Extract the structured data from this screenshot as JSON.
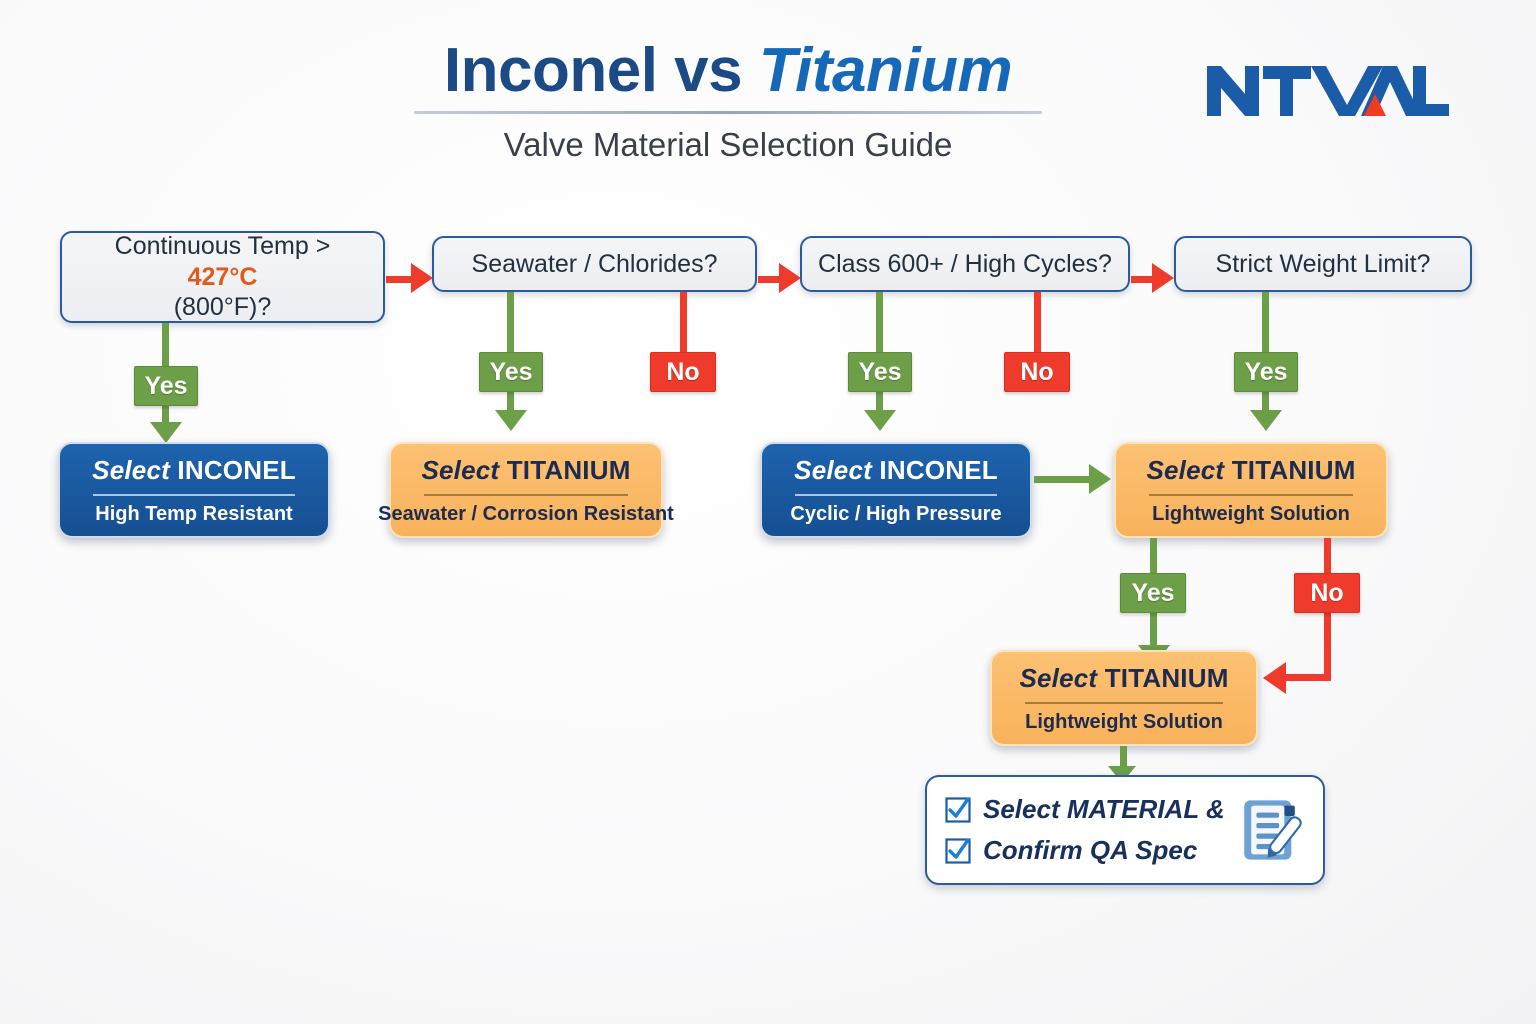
{
  "header": {
    "title_part1": "Inconel",
    "title_vs": "vs",
    "title_part2": "Titanium",
    "subtitle": "Valve Material Selection Guide",
    "logo_text": "NTVAL",
    "brand_blue": "#1b4a85",
    "brand_red": "#f03a22"
  },
  "decisions": [
    {
      "id": "temp",
      "line1": "Continuous Temp > ",
      "hot": "427°C",
      "line2": "(800°F)?"
    },
    {
      "id": "seawater",
      "line1": "Seawater / Chlorides?",
      "hot": "",
      "line2": ""
    },
    {
      "id": "class",
      "line1": "Class 600+ / High Cycles?",
      "hot": "",
      "line2": ""
    },
    {
      "id": "weight",
      "line1": "Strict Weight Limit?",
      "hot": "",
      "line2": ""
    }
  ],
  "results": [
    {
      "id": "inconel-temp",
      "prefix": "Select",
      "material": "INCONEL",
      "sub": "High Temp Resistant",
      "color": "blue"
    },
    {
      "id": "titanium-sea",
      "prefix": "Select",
      "material": "TITANIUM",
      "sub": "Seawater / Corrosion Resistant",
      "color": "orange"
    },
    {
      "id": "inconel-cyclic",
      "prefix": "Select",
      "material": "INCONEL",
      "sub": "Cyclic / High Pressure",
      "color": "blue"
    },
    {
      "id": "titanium-light",
      "prefix": "Select",
      "material": "TITANIUM",
      "sub": "Lightweight Solution",
      "color": "orange"
    },
    {
      "id": "titanium-final",
      "prefix": "Select",
      "material": "TITANIUM",
      "sub": "Lightweight Solution",
      "color": "orange"
    }
  ],
  "final": {
    "line1": "Select MATERIAL &",
    "line2": "Confirm QA Spec",
    "icon": "clipboard-pencil-icon"
  },
  "labels": {
    "yes": "Yes",
    "no": "No"
  },
  "edges": [
    {
      "from": "temp",
      "to": "inconel-temp",
      "label": "Yes",
      "color": "#6d9e48"
    },
    {
      "from": "temp",
      "to": "seawater",
      "label": "",
      "color": "#ef3b2c"
    },
    {
      "from": "seawater",
      "to": "titanium-sea",
      "label": "Yes",
      "color": "#6d9e48"
    },
    {
      "from": "seawater",
      "to": "dead-end",
      "label": "No",
      "color": "#ef3b2c"
    },
    {
      "from": "seawater",
      "to": "class",
      "label": "",
      "color": "#ef3b2c"
    },
    {
      "from": "class",
      "to": "inconel-cyclic",
      "label": "Yes",
      "color": "#6d9e48"
    },
    {
      "from": "class",
      "to": "dead-end",
      "label": "No",
      "color": "#ef3b2c"
    },
    {
      "from": "class",
      "to": "weight",
      "label": "",
      "color": "#ef3b2c"
    },
    {
      "from": "weight",
      "to": "titanium-light",
      "label": "Yes",
      "color": "#6d9e48"
    },
    {
      "from": "inconel-cyclic",
      "to": "titanium-light",
      "label": "",
      "color": "#6d9e48"
    },
    {
      "from": "titanium-light",
      "to": "titanium-final",
      "label": "Yes",
      "color": "#6d9e48"
    },
    {
      "from": "titanium-light",
      "to": "titanium-final",
      "label": "No",
      "color": "#ef3b2c"
    },
    {
      "from": "titanium-final",
      "to": "final-qa",
      "label": "",
      "color": "#6d9e48"
    }
  ]
}
